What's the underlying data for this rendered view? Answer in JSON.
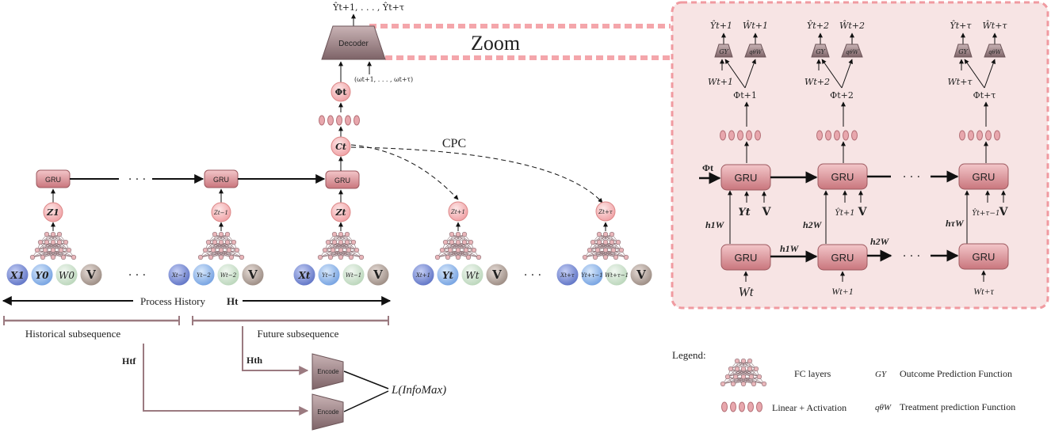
{
  "top": {
    "outputs_label": "Ŷt+1, . . . , Ŷt+τ",
    "decoder_label": "Decoder",
    "omega_label": "(ωt+1, . . . , ωt+τ)",
    "phi_label": "Φt",
    "c_label": "Ct",
    "cpc_label": "CPC",
    "zoom_label": "Zoom"
  },
  "gru_label": "GRU",
  "dots": "· · ·",
  "latents": {
    "z1": "Z1",
    "z_prev": "Zt−1",
    "z_t": "Zt",
    "z_next": "Zt+1",
    "z_tau": "Zt+τ"
  },
  "inputs": {
    "g0": [
      "X1",
      "Y0",
      "W0",
      "V"
    ],
    "g1": [
      "Xt−1",
      "Yt−2",
      "Wt−2",
      "V"
    ],
    "g2": [
      "Xt",
      "Yt−1",
      "Wt−1",
      "V"
    ],
    "g3": [
      "Xt+1",
      "Yt",
      "Wt",
      "V"
    ],
    "g4": [
      "Xt+τ",
      "Yt+τ−1",
      "Wt+τ−1",
      "V"
    ]
  },
  "history": {
    "process_label": "Process History",
    "process_symbol": "Ht",
    "historical_label": "Historical subsequence",
    "future_label": "Future subsequence",
    "hf_label": "Htf",
    "hh_label": "Hth",
    "encode_label": "Encode",
    "loss_label": "L(InfoMax)"
  },
  "zoom_panel": {
    "heads": [
      {
        "y_hat": "Ŷt+1",
        "w_hat": "Ŵt+1",
        "g": "GY",
        "q": "qθW",
        "w_in": "Wt+1",
        "phi": "Φt+1"
      },
      {
        "y_hat": "Ŷt+2",
        "w_hat": "Ŵt+2",
        "g": "GY",
        "q": "qθW",
        "w_in": "Wt+2",
        "phi": "Φt+2"
      },
      {
        "y_hat": "Ŷt+τ",
        "w_hat": "Ŵt+τ",
        "g": "GY",
        "q": "qθW",
        "w_in": "Wt+τ",
        "phi": "Φt+τ"
      }
    ],
    "phi_in": "Φt",
    "top_inputs": [
      {
        "y": "Yt",
        "v": "V"
      },
      {
        "y": "Ŷt+1",
        "v": "V"
      },
      {
        "y": "Ŷt+τ−1",
        "v": "V"
      }
    ],
    "h_labels": {
      "h1_vert": "h1W",
      "h2_vert": "h2W",
      "htau_vert": "hτW",
      "h1_mid": "h1W",
      "h2_mid": "h2W"
    },
    "bottom_inputs": [
      "Wt",
      "Wt+1",
      "Wt+τ"
    ]
  },
  "legend": {
    "title": "Legend:",
    "fc": "FC layers",
    "la": "Linear + Activation",
    "gy_sym": "GY",
    "gy_desc": "Outcome Prediction Function",
    "q_sym": "qθW",
    "q_desc": "Treatment prediction Function"
  },
  "colors": {
    "gru_fill": "#d98f95",
    "latent_fill": "#f6c3c3",
    "x_fill": "#7b8fd6",
    "y_fill": "#8fb4e8",
    "w_fill": "#cfe3cf",
    "v_fill": "#b3a39a",
    "encoder": "#8e6f74",
    "panel_bg": "#f6e3e3",
    "panel_border": "#f09aa0",
    "arrow_mauve": "#9b7a80"
  }
}
